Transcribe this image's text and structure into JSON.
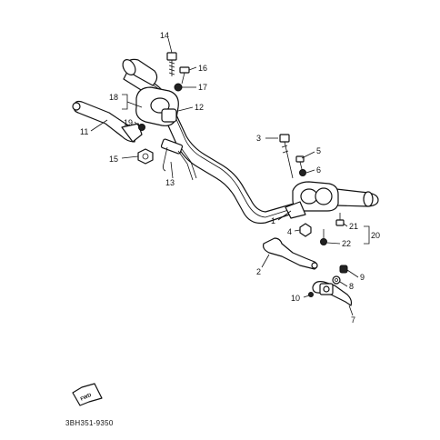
{
  "callouts": [
    {
      "id": "c1",
      "label": "1"
    },
    {
      "id": "c2",
      "label": "2"
    },
    {
      "id": "c3",
      "label": "3"
    },
    {
      "id": "c4",
      "label": "4"
    },
    {
      "id": "c5",
      "label": "5"
    },
    {
      "id": "c6",
      "label": "6"
    },
    {
      "id": "c7",
      "label": "7"
    },
    {
      "id": "c8",
      "label": "8"
    },
    {
      "id": "c9",
      "label": "9"
    },
    {
      "id": "c10",
      "label": "10"
    },
    {
      "id": "c11",
      "label": "11"
    },
    {
      "id": "c12",
      "label": "12"
    },
    {
      "id": "c13",
      "label": "13"
    },
    {
      "id": "c14",
      "label": "14"
    },
    {
      "id": "c15",
      "label": "15"
    },
    {
      "id": "c16",
      "label": "16"
    },
    {
      "id": "c17",
      "label": "17"
    },
    {
      "id": "c18",
      "label": "18"
    },
    {
      "id": "c19",
      "label": "19"
    },
    {
      "id": "c20",
      "label": "20"
    },
    {
      "id": "c21",
      "label": "21"
    },
    {
      "id": "c22",
      "label": "22"
    }
  ],
  "forward_arrow_text": "FWD",
  "diagram_code": "3BH351-9350"
}
